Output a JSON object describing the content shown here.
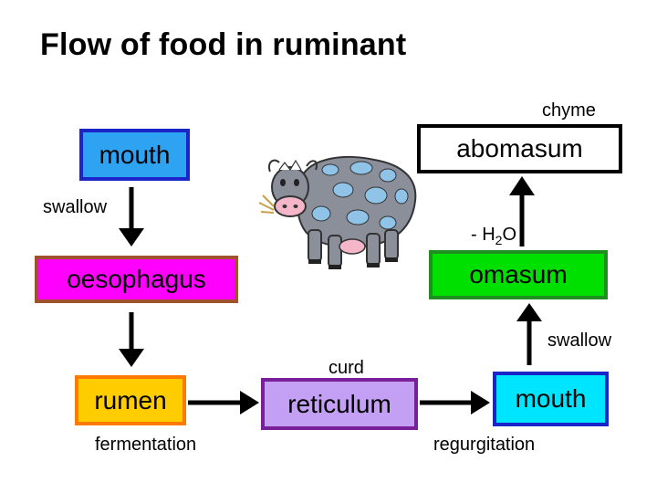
{
  "title": "Flow of food in ruminant",
  "boxes": {
    "mouth_top": {
      "label": "mouth",
      "fill": "#2ea3f2",
      "border": "#1a24c8"
    },
    "abomasum": {
      "label": "abomasum",
      "fill": "#ffffff",
      "border": "#000000"
    },
    "oesophagus": {
      "label": "oesophagus",
      "fill": "#ff00ff",
      "border": "#a0522d"
    },
    "omasum": {
      "label": "omasum",
      "fill": "#00e000",
      "border": "#1f8f1f"
    },
    "rumen": {
      "label": "rumen",
      "fill": "#ffcc00",
      "border": "#ff7a00"
    },
    "reticulum": {
      "label": "reticulum",
      "fill": "#c4a0f4",
      "border": "#7a1f9a"
    },
    "mouth_bottom": {
      "label": "mouth",
      "fill": "#00e5ff",
      "border": "#1a24c8"
    }
  },
  "labels": {
    "chyme": "chyme",
    "swallow_left": "swallow",
    "water_minus": "- H",
    "water_sub": "2",
    "water_o": "O",
    "swallow_right": "swallow",
    "curd": "curd",
    "fermentation": "fermentation",
    "regurgitation": "regurgitation"
  },
  "illustration": {
    "subject": "cow-illustration",
    "colors": {
      "body": "#8a8f99",
      "spots": "#8fc3e8",
      "nose": "#f4b6c8"
    }
  }
}
